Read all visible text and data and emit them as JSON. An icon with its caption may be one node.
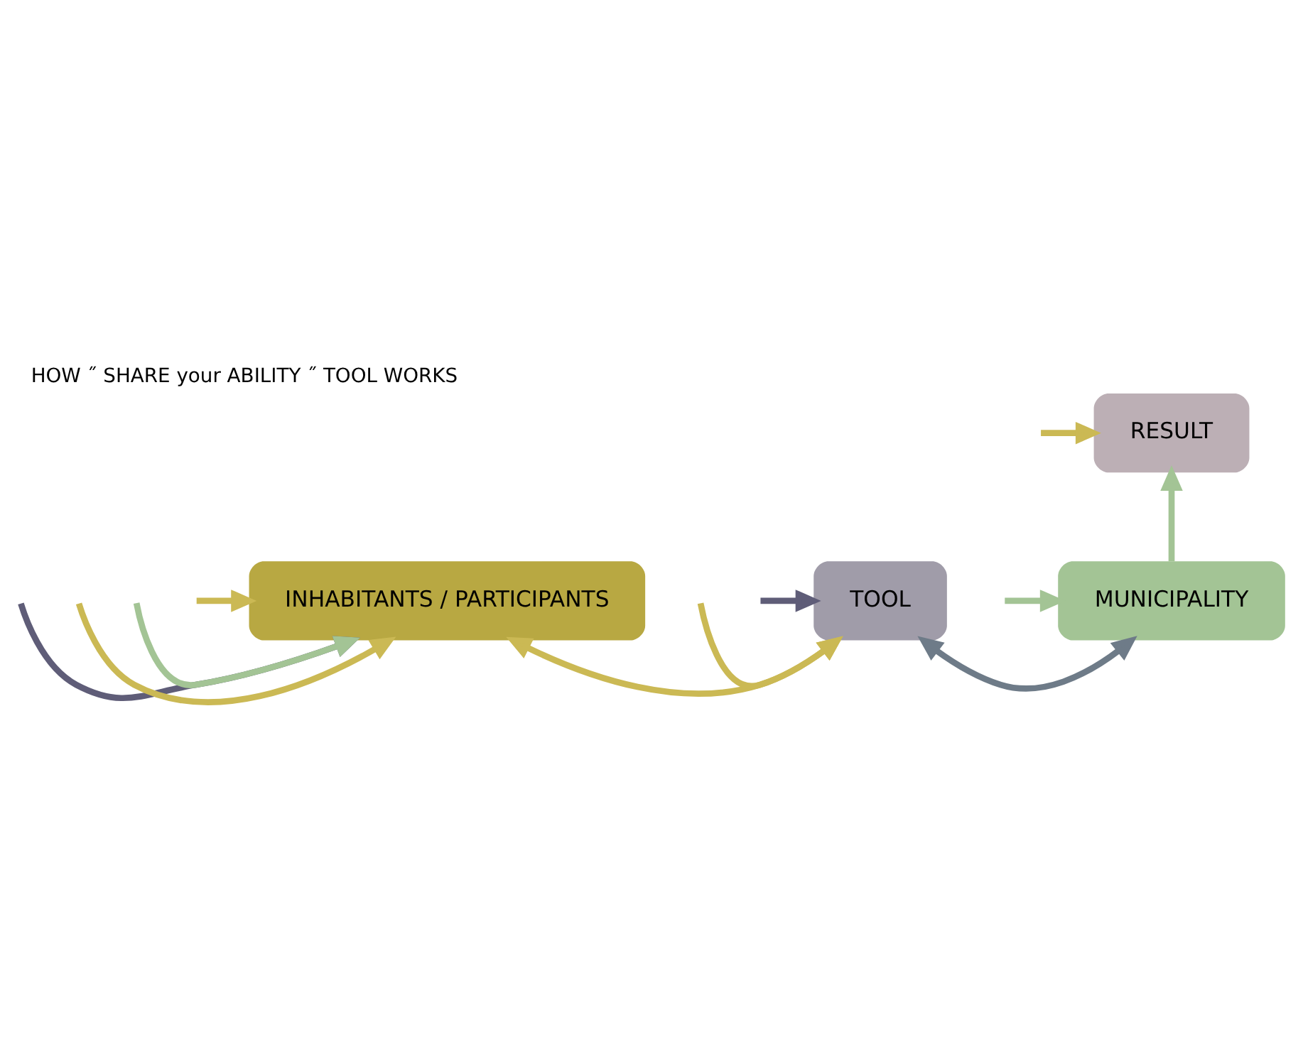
{
  "diagram": {
    "title": "HOW ˝ SHARE your ABILITY ˝ TOOL WORKS",
    "nodes": [
      {
        "text": [
          "RESULT"
        ]
      },
      {
        "text": [
          "TOOL"
        ]
      },
      {
        "text": [
          "MUNICIPALITY"
        ]
      },
      {
        "text": [
          "INHABITANTS / PARTICIPANTS"
        ]
      }
    ],
    "edges": [
      {
        "from": 1,
        "to": 2,
        "arrow": "both",
        "color": "#6e7b88"
      },
      {
        "from": 2,
        "to": 0,
        "arrow": "to",
        "color": "#a3c495"
      },
      {
        "from": 1,
        "to": 3,
        "arrow": "both",
        "color": "#cbb954"
      },
      {
        "from": null,
        "to": 1,
        "arrow": "to",
        "color": "#cbb954"
      },
      {
        "from": null,
        "to": 1,
        "arrow": "to",
        "color": "#5f5d78"
      },
      {
        "from": null,
        "to": 3,
        "arrow": "to",
        "color": "#5f5d78"
      },
      {
        "from": null,
        "to": 3,
        "arrow": "to",
        "color": "#cbb954"
      },
      {
        "from": null,
        "to": 2,
        "arrow": "to",
        "color": "#a3c495"
      },
      {
        "from": null,
        "to": 3,
        "arrow": "to",
        "color": "#a3c495"
      },
      {
        "from": null,
        "to": 0,
        "arrow": "to",
        "color": "#cbb954"
      },
      {
        "from": null,
        "to": 3,
        "arrow": "to",
        "color": "#cbb954"
      }
    ]
  }
}
